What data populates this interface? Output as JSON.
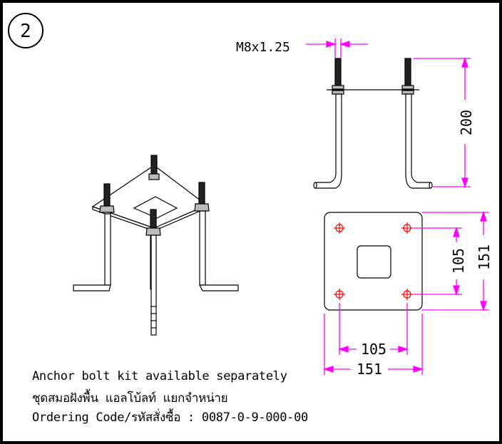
{
  "step_number": "2",
  "thread_callout": "M8x1.25",
  "dims": {
    "height": "200",
    "vertical_spacing": "105",
    "vertical_width": "151",
    "horizontal_spacing": "105",
    "horizontal_width": "151"
  },
  "caption": {
    "line1": "Anchor bolt kit available separately",
    "line2": "ชุดสมอฝังพื้น แอลโบ้ลท์ แยกจำหน่าย",
    "line3": "Ordering Code/รหัสสั่งซื้อ : 0087-0-9-000-00"
  },
  "colors": {
    "dimension": "#ff00ff",
    "hole_mark": "#ff0000",
    "line": "#000000"
  }
}
